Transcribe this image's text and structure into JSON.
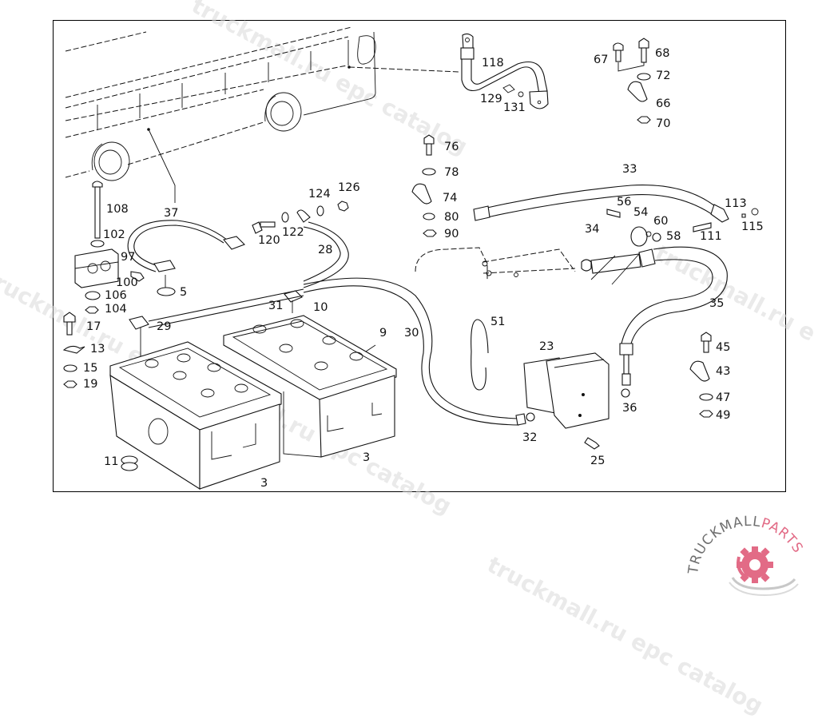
{
  "diagram": {
    "title": "Battery, battery cables and battery main switch — exploded parts view",
    "watermarks": [
      "truckmall.ru epc catalog",
      "truckmall.ru epc catalog",
      "truckmall.ru epc catalog",
      "truckmall.ru epc catalog"
    ],
    "logo": {
      "text_left": "TRUCKMALL",
      "text_right": "PARTS",
      "colors": {
        "grey": "#6f6f6f",
        "pink": "#e26b86"
      }
    },
    "callouts": [
      {
        "id": "118",
        "label": "118"
      },
      {
        "id": "129",
        "label": "129"
      },
      {
        "id": "131",
        "label": "131"
      },
      {
        "id": "67",
        "label": "67"
      },
      {
        "id": "68",
        "label": "68"
      },
      {
        "id": "72",
        "label": "72"
      },
      {
        "id": "66",
        "label": "66"
      },
      {
        "id": "70",
        "label": "70"
      },
      {
        "id": "76",
        "label": "76"
      },
      {
        "id": "78",
        "label": "78"
      },
      {
        "id": "74",
        "label": "74"
      },
      {
        "id": "80",
        "label": "80"
      },
      {
        "id": "90",
        "label": "90"
      },
      {
        "id": "33",
        "label": "33"
      },
      {
        "id": "56",
        "label": "56"
      },
      {
        "id": "54",
        "label": "54"
      },
      {
        "id": "60",
        "label": "60"
      },
      {
        "id": "58",
        "label": "58"
      },
      {
        "id": "111",
        "label": "111"
      },
      {
        "id": "113",
        "label": "113"
      },
      {
        "id": "115",
        "label": "115"
      },
      {
        "id": "34",
        "label": "34"
      },
      {
        "id": "35",
        "label": "35"
      },
      {
        "id": "37",
        "label": "37"
      },
      {
        "id": "108",
        "label": "108"
      },
      {
        "id": "102",
        "label": "102"
      },
      {
        "id": "97",
        "label": "97"
      },
      {
        "id": "100",
        "label": "100"
      },
      {
        "id": "106",
        "label": "106"
      },
      {
        "id": "104",
        "label": "104"
      },
      {
        "id": "5",
        "label": "5"
      },
      {
        "id": "124",
        "label": "124"
      },
      {
        "id": "126",
        "label": "126"
      },
      {
        "id": "120",
        "label": "120"
      },
      {
        "id": "122",
        "label": "122"
      },
      {
        "id": "28",
        "label": "28"
      },
      {
        "id": "31",
        "label": "31"
      },
      {
        "id": "10",
        "label": "10"
      },
      {
        "id": "29",
        "label": "29"
      },
      {
        "id": "17",
        "label": "17"
      },
      {
        "id": "13",
        "label": "13"
      },
      {
        "id": "15",
        "label": "15"
      },
      {
        "id": "19",
        "label": "19"
      },
      {
        "id": "9",
        "label": "9"
      },
      {
        "id": "30",
        "label": "30"
      },
      {
        "id": "51",
        "label": "51"
      },
      {
        "id": "23",
        "label": "23"
      },
      {
        "id": "36",
        "label": "36"
      },
      {
        "id": "32",
        "label": "32"
      },
      {
        "id": "25",
        "label": "25"
      },
      {
        "id": "45",
        "label": "45"
      },
      {
        "id": "43",
        "label": "43"
      },
      {
        "id": "47",
        "label": "47"
      },
      {
        "id": "49",
        "label": "49"
      },
      {
        "id": "11",
        "label": "11"
      },
      {
        "id": "3a",
        "label": "3"
      },
      {
        "id": "3b",
        "label": "3"
      }
    ]
  }
}
